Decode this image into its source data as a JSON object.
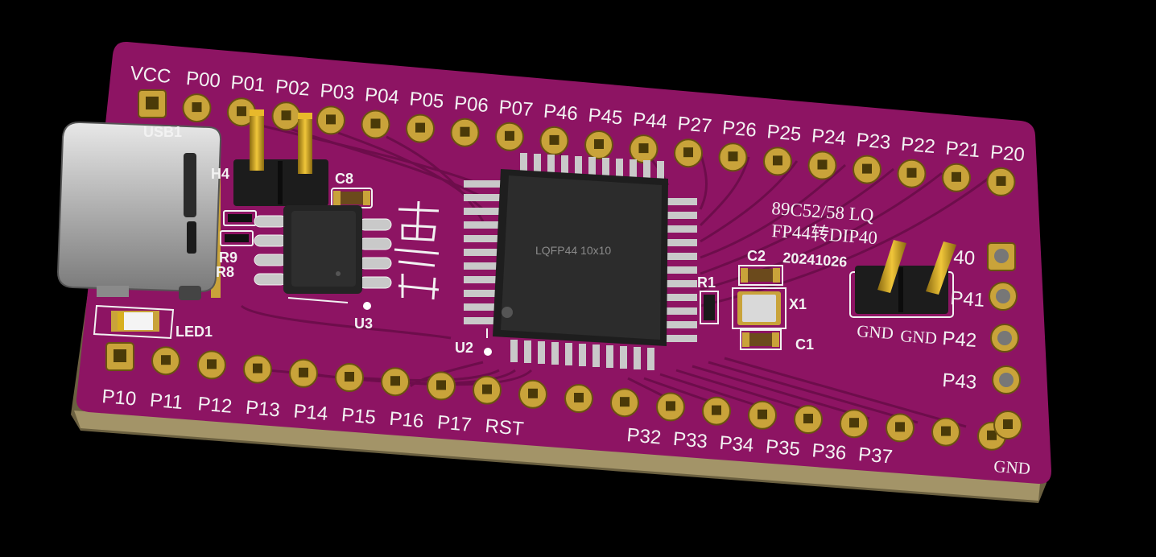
{
  "board": {
    "colors": {
      "pcb": "#8d1463",
      "pcb_edge": "#5e0c41",
      "pcb_dark": "#3d0629",
      "silk": "#f2f2f2",
      "gold": "#c9a33a",
      "chip": "#2a2a2a"
    },
    "top_labels": [
      "VCC",
      "P00",
      "P01",
      "P02",
      "P03",
      "P04",
      "P05",
      "P06",
      "P07",
      "P46",
      "P45",
      "P44",
      "P27",
      "P26",
      "P25",
      "P24",
      "P23",
      "P22",
      "P21",
      "P20"
    ],
    "bottom_left_labels": [
      "P10",
      "P11",
      "P12",
      "P13",
      "P14",
      "P15",
      "P16",
      "P17",
      "RST"
    ],
    "bottom_right_labels": [
      "P32",
      "P33",
      "P34",
      "P35",
      "P36",
      "P37"
    ],
    "right_labels": [
      "P40",
      "P41",
      "P42",
      "P43",
      "GND"
    ],
    "chip_label": "LQFP44 10x10",
    "title_line1": "89C52/58 LQ",
    "title_line2": "FP44转DIP40",
    "date": "20241026",
    "jumper_labels": [
      "GND",
      "GND"
    ],
    "ref_designators": {
      "usb": "USB1",
      "header": "H4",
      "c8": "C8",
      "r9": "R9",
      "r8": "R8",
      "u3": "U3",
      "u2": "U2",
      "led": "LED1",
      "c2": "C2",
      "r1": "R1",
      "x1": "X1",
      "c1": "C1"
    }
  }
}
